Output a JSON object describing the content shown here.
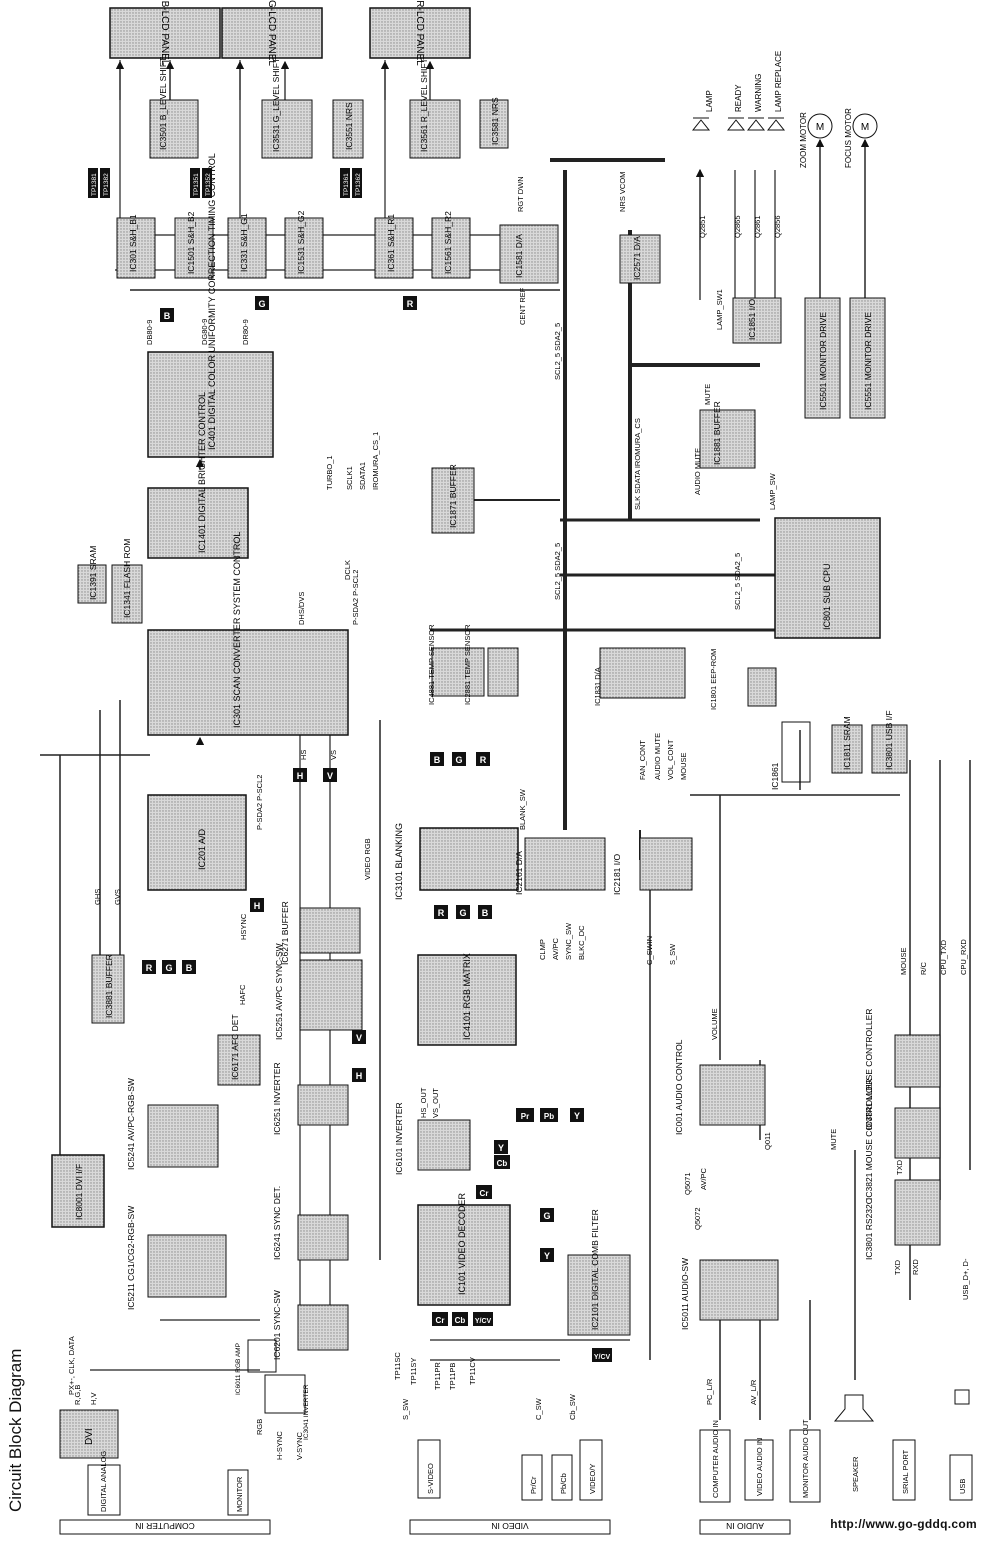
{
  "title": "Circuit Block Diagram",
  "url": "http://www.go-gddq.com",
  "sections": {
    "computer_in": "COMPUTER IN",
    "video_in": "VIDEO IN",
    "audio_in": "AUDIO IN"
  },
  "blocks": {
    "b_lcd": "B-LCD PANEL",
    "g_lcd": "G-LCD PANEL",
    "r_lcd": "R-LCD PANEL",
    "ic3501": "IC3501 B_LEVEL SHIFT",
    "ic3531": "IC3531 G_LEVEL SHIFT",
    "ic3551": "IC3551 NRS",
    "ic3561": "IC3561 R_LEVEL SHIFT",
    "ic3581": "IC3581 NRS",
    "ic301": "IC301 S&H_B1",
    "ic1501": "IC1501 S&H_B2",
    "ic331": "IC331 S&H_G1",
    "ic1531": "IC1531 S&H_G2",
    "ic361": "IC361 S&H_R1",
    "ic1561": "IC1561 S&H_R2",
    "ic1581": "IC1581 D/A",
    "ic2571": "IC2571 D/A",
    "ic401": "IC401 DIGITAL COLOR UNIFORMITY CORRECTION TIMING CONTROL",
    "ic1401": "IC1401 DIGITAL BRIGHTER CONTROL",
    "ic1391": "IC1391 SRAM",
    "ic1341": "IC1341 FLASH ROM",
    "ic301b": "IC301 SCAN CONVERTER SYSTEM CONTROL",
    "ic201": "IC201 A/D",
    "ic1871": "IC1871 BUFFER",
    "ic1881": "IC1881 BUFFER",
    "ic1851": "IC1851 I/O",
    "ic5501": "IC5501 MONITOR DRIVE",
    "ic5551": "IC5551 MONITOR DRIVE",
    "ic801": "IC801 SUB CPU",
    "ic4881": "IC4881 TEMP SENSOR",
    "ic2881": "IC2881 TEMP SENSOR",
    "ic1831": "IC1831 D/A",
    "ic1801": "IC1801 EEP-ROM",
    "ic1811": "IC1811 SRAM",
    "ic3801b": "IC3801 USB I/F",
    "ic1861": "IC1861",
    "ic3101": "IC3101 BLANKING",
    "ic2161": "IC2161 D/A",
    "ic2181": "IC2181 I/O",
    "ic6271": "IC6271 BUFFER",
    "ic3881": "IC3881 BUFFER",
    "ic4101": "IC4101 RGB MATRIX",
    "ic5251": "IC5251 AV/PC SYNC-SW",
    "ic6171": "IC6171 AFC DET",
    "ic8001": "IC8001 DVI I/F",
    "ic5241": "IC5241 AV/PC-RGB-SW",
    "ic6251": "IC6251 INVERTER",
    "ic6101": "IC6101 INVERTER",
    "ic7001": "IC001 AUDIO CONTROL",
    "ic3841": "IC3841 MOUSE CONTROLLER",
    "ic3821": "IC3821 MOUSE CONTROLLER",
    "ic3801": "IC3801 RS232C",
    "ic5211": "IC5211 CG1/CG2-RGB-SW",
    "ic6241": "IC6241 SYNC DET.",
    "ic6201": "IC6201 SYNC-SW",
    "ic101": "IC101 VIDEO DECODER",
    "ic2101": "IC2101 DIGITAL COMB FILTER",
    "ic5011": "IC5011 AUDIO-SW",
    "dvi": "DVI",
    "ic6011": "IC6011 RGB AMP",
    "ic3041": "IC3041 INVERTER"
  },
  "connectors": {
    "digital_analog": "DIGITAL ANALOG",
    "monitor": "MONITOR",
    "rgb": "RGB",
    "hsync": "H-SYNC",
    "vsync": "V-SYNC",
    "svideo": "S-VIDEO",
    "prcr": "Pr/Cr",
    "pbcb": "Pb/Cb",
    "videoy": "VIDEO/Y",
    "computer_audio": "COMPUTER AUDIO IN",
    "video_audio": "VIDEO AUDIO IN",
    "monitor_audio": "MONITOR AUDIO OUT",
    "speaker": "SPEAKER",
    "serial": "SRIAL PORT",
    "usb": "USB"
  },
  "outputs": {
    "lamp": "LAMP",
    "ready": "READY",
    "warning": "WARNING",
    "lamp_replace": "LAMP REPLACE",
    "zoom_motor": "ZOOM MOTOR",
    "focus_motor": "FOCUS MOTOR",
    "motor_symbol": "M"
  },
  "transistors": [
    "Q2851",
    "Q2865",
    "Q2861",
    "Q2856",
    "Q011",
    "Q5071",
    "Q5072"
  ],
  "signals": {
    "dsub": "R,G,B",
    "hv": "H,V",
    "pxclk": "PX+-, CLK, DATA",
    "ghs": "GHS",
    "gvs": "GVS",
    "tp_blocks": [
      "TP1381",
      "TP1382",
      "TP1351",
      "TP1352",
      "TP1361",
      "TP1362"
    ],
    "db": "DB80-9",
    "dg": "DG80-9",
    "dr": "DR80-9",
    "turbo": "TURBO_1",
    "sclk": "SCLK1",
    "sdata": "SDATA1",
    "iromura": "IROMURA_CS_1",
    "rgt": "RGT DWN",
    "nrs": "NRS VCOM",
    "cent": "CENT REF",
    "scl": "SCL2_5 SDA2_5",
    "sclk2": "SLK SDATA IROMURA_CS",
    "mute": "MUTE",
    "audio_mute": "AUDIO MUTE",
    "lamp_sw": "LAMP_SW",
    "lamp_sw1": "LAMP_SW1",
    "fan": "FAN_CONT",
    "audmute": "AUDIO MUTE",
    "volc": "VOL_CONT",
    "mouse_sig": "MOUSE",
    "blank": "BLANK_SW",
    "clmp": "CLMP",
    "avpc": "AV/PC",
    "syncsw": "SYNC_SW",
    "blkc": "BLKC_DC",
    "cswin": "C_SWIN",
    "ssw": "S_SW",
    "video_rgb": "VIDEO RGB",
    "hs": "HS",
    "vs": "VS",
    "dclk": "DCLK",
    "dhs": "DHS/DVS",
    "psda": "P-SDA2 P-SCL2",
    "hafc": "HAFC",
    "hsync": "HSYNC",
    "volume": "VOLUME",
    "mouse": "MOUSE",
    "rc": "R/C",
    "cpu_txd": "CPU_TXD",
    "cpu_rxd": "CPU_RXD",
    "txd": "TXD",
    "rxd": "RXD",
    "usb_d": "USB_D+, D-",
    "pc_lr": "PC_L/R",
    "av_lr": "AV_L/R",
    "csw": "C_SW",
    "cbsw": "Cb_SW",
    "ssw2": "S_SW",
    "avpc2": "AV/PC",
    "mute2": "MUTE",
    "hsout": "HS_OUT",
    "vsout": "VS_OUT",
    "tp_r": "TP11PR",
    "tp_pb": "TP11PB",
    "tp_sc": "TP11SC",
    "tp_y": "TP11SY",
    "tp_cv": "TP11CV"
  },
  "badges": [
    "B",
    "G",
    "R",
    "H",
    "V",
    "Pr",
    "Pb",
    "Y",
    "Cr",
    "Cb",
    "Y/CV"
  ]
}
